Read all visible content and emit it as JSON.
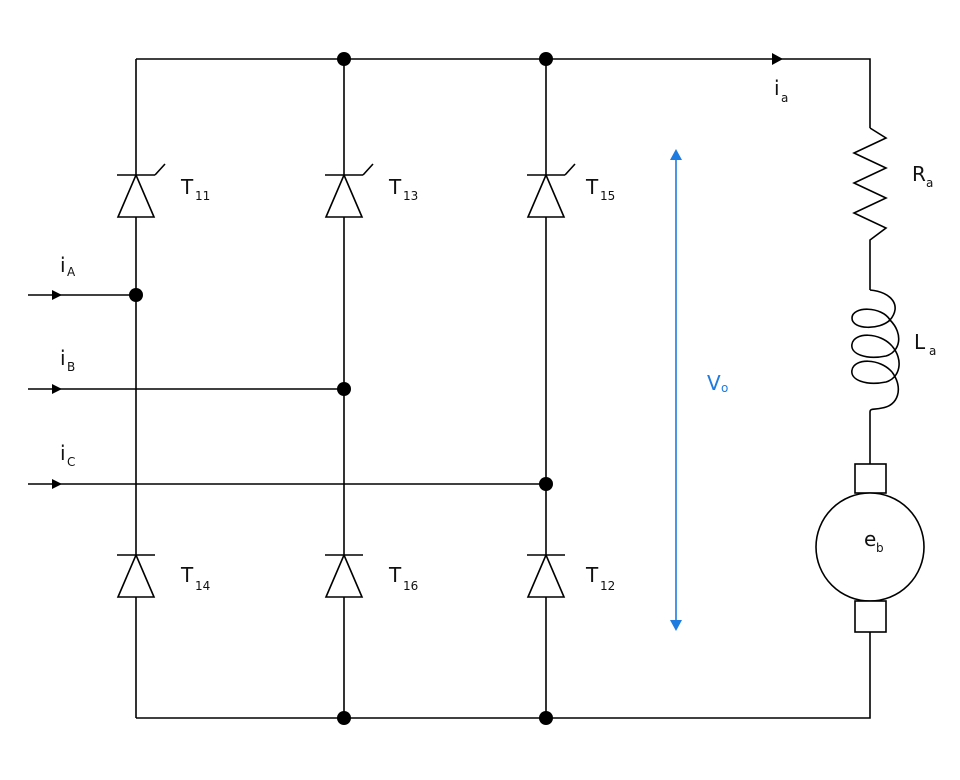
{
  "labels": {
    "t11": {
      "main": "T",
      "sub": "11"
    },
    "t13": {
      "main": "T",
      "sub": "13"
    },
    "t15": {
      "main": "T",
      "sub": "15"
    },
    "t14": {
      "main": "T",
      "sub": "14"
    },
    "t16": {
      "main": "T",
      "sub": "16"
    },
    "t12": {
      "main": "T",
      "sub": "12"
    },
    "iA": {
      "main": "i",
      "sub": "A"
    },
    "iB": {
      "main": "i",
      "sub": "B"
    },
    "iC": {
      "main": "i",
      "sub": "C"
    },
    "ia": {
      "main": "i",
      "sub": "a"
    },
    "Ra": {
      "main": "R",
      "sub": "a"
    },
    "La": {
      "main": "L",
      "sub": "a"
    },
    "eb": {
      "main": "e",
      "sub": "b"
    },
    "Vo": {
      "main": "V",
      "sub": "o"
    }
  },
  "colors": {
    "voltage_arrow": "#1e7be0",
    "wire": "#000000"
  }
}
